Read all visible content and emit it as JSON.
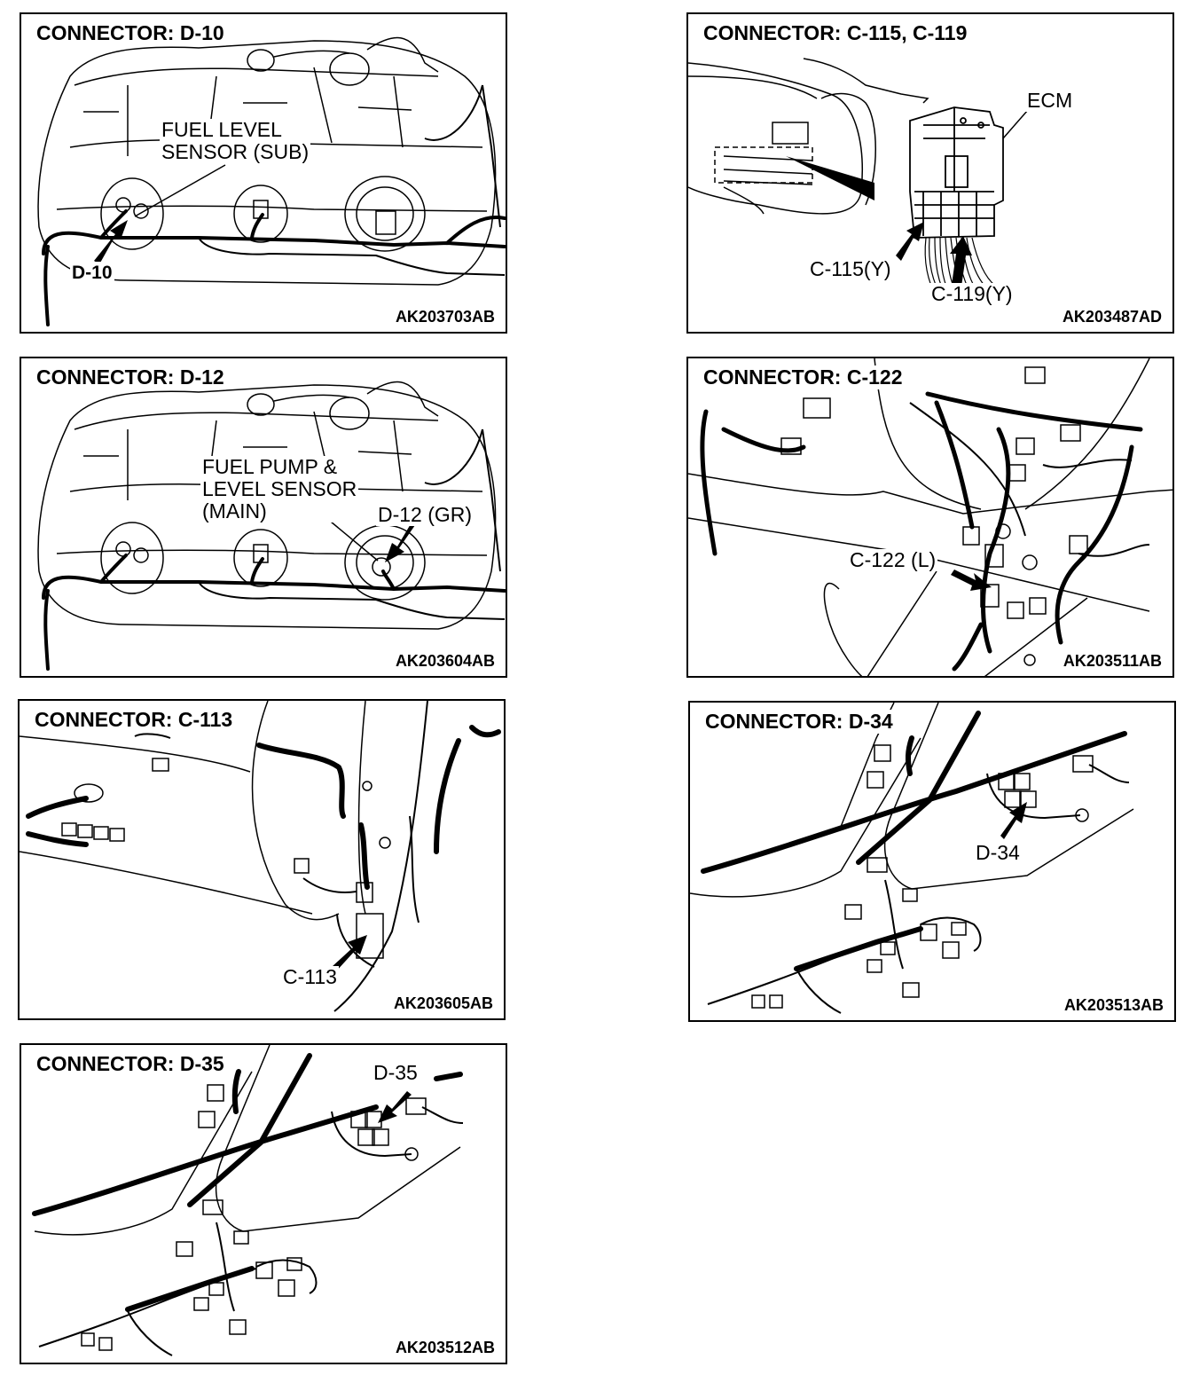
{
  "panels": [
    {
      "title": "CONNECTOR: D-10",
      "code": "AK203703AB",
      "labels": {
        "sensor_line1": "FUEL LEVEL",
        "sensor_line2": "SENSOR (SUB)",
        "connector": "D-10"
      }
    },
    {
      "title": "CONNECTOR: C-115, C-119",
      "code": "AK203487AD",
      "labels": {
        "ecm": "ECM",
        "c115": "C-115(Y)",
        "c119": "C-119(Y)"
      }
    },
    {
      "title": "CONNECTOR: D-12",
      "code": "AK203604AB",
      "labels": {
        "pump_line1": "FUEL PUMP &",
        "pump_line2": "LEVEL SENSOR",
        "pump_line3": "(MAIN)",
        "connector": "D-12 (GR)"
      }
    },
    {
      "title": "CONNECTOR: C-122",
      "code": "AK203511AB",
      "labels": {
        "connector": "C-122 (L)"
      }
    },
    {
      "title": "CONNECTOR: C-113",
      "code": "AK203605AB",
      "labels": {
        "connector": "C-113"
      }
    },
    {
      "title": "CONNECTOR: D-34",
      "code": "AK203513AB",
      "labels": {
        "connector": "D-34"
      }
    },
    {
      "title": "CONNECTOR: D-35",
      "code": "AK203512AB",
      "labels": {
        "connector": "D-35"
      }
    }
  ]
}
